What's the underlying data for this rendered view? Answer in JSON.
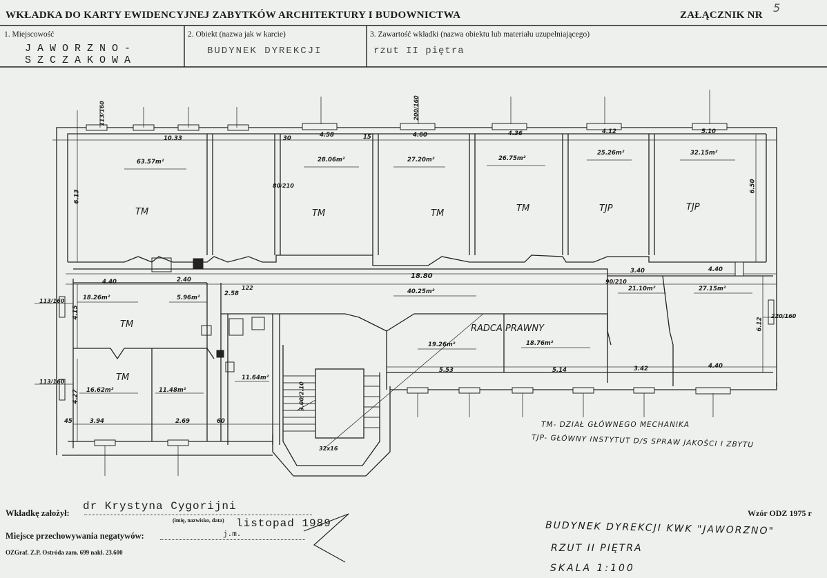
{
  "header": {
    "title": "WKŁADKA DO KARTY EWIDENCYJNEJ ZABYTKÓW ARCHITEKTURY I BUDOWNICTWA",
    "attachment": "ZAŁĄCZNIK NR",
    "page_no": "5"
  },
  "fields": {
    "f1_label": "1. Miejscowość",
    "f1_value": "JAWORZNO-\nSZCZAKOWA",
    "f2_label": "2. Obiekt (nazwa jak w karcie)",
    "f2_value": "BUDYNEK DYREKCJI",
    "f3_label": "3. Zawartość wkładki (nazwa obiektu lub materiału uzupełniającego)",
    "f3_value": "rzut II piętra"
  },
  "plan": {
    "rooms": [
      {
        "code": "TM",
        "area": "63.57m²",
        "width": "10.33"
      },
      {
        "code": "TM",
        "area": "28.06m²",
        "width": "4.58"
      },
      {
        "code": "TM",
        "area": "27.20m²",
        "width": "4.60"
      },
      {
        "code": "TM",
        "area": "26.75m²",
        "width": "4.36"
      },
      {
        "code": "TJP",
        "area": "25.26m²",
        "width": "4.12"
      },
      {
        "code": "TJP",
        "area": "32.15m²",
        "width": "5.10"
      },
      {
        "code": "TM",
        "area": "18.26m²",
        "width": "4.40"
      },
      {
        "code": "TM",
        "area": "16.62m²",
        "width": "3.94"
      },
      {
        "code": "RADCA PRAWNY",
        "area": "19.26m²",
        "width": "5.53"
      }
    ],
    "other_areas": [
      "5.96m²",
      "11.48m²",
      "11.64m²",
      "40.25m²",
      "18.76m²",
      "21.10m²",
      "27.15m²"
    ],
    "dims": {
      "corridor": "18.80",
      "left_depth": "6.13",
      "right_depth": "6.50",
      "right_lower": "6.12",
      "d_240": "2.40",
      "d_258": "2.58",
      "d_269": "2.69",
      "d_514": "5.14",
      "d_342": "3.42",
      "d_340": "3.40",
      "d_440a": "4.40",
      "d_440b": "4.40",
      "d_415": "4.15",
      "d_427": "4.27",
      "d_30": "30",
      "d_15": "15",
      "d_60": "60",
      "d_45": "45"
    },
    "openings": [
      "113/160",
      "220/160",
      "200/160",
      "80/210",
      "90/210",
      "122",
      "3.00/2.10"
    ],
    "legend": [
      {
        "code": "TM",
        "text": "TM- DZIAŁ GŁÓWNEGO MECHANIKA"
      },
      {
        "code": "TJP",
        "text": "TJP- GŁÓWNY INSTYTUT D/S SPRAW JAKOŚCI I ZBYTU"
      }
    ],
    "caption": [
      "BUDYNEK DYREKCJI KWK \"JAWORZNO\"",
      "RZUT II PIĘTRA",
      "SKALA 1:100"
    ],
    "stair_label": "32x16"
  },
  "footer": {
    "founder_label": "Wkładkę założył:",
    "founder_value": "dr Krystyna Cygorijni",
    "founder_sub": "(imię, nazwisko, data)",
    "date_value": "listopad 1989",
    "storage_label": "Miejsce przechowywania negatywów:",
    "storage_value": "j.m.",
    "pattern": "Wzór ODZ 1975 r",
    "printer": "OZGraf. Z.P. Ostróda zam. 699 nakł. 23.600"
  }
}
